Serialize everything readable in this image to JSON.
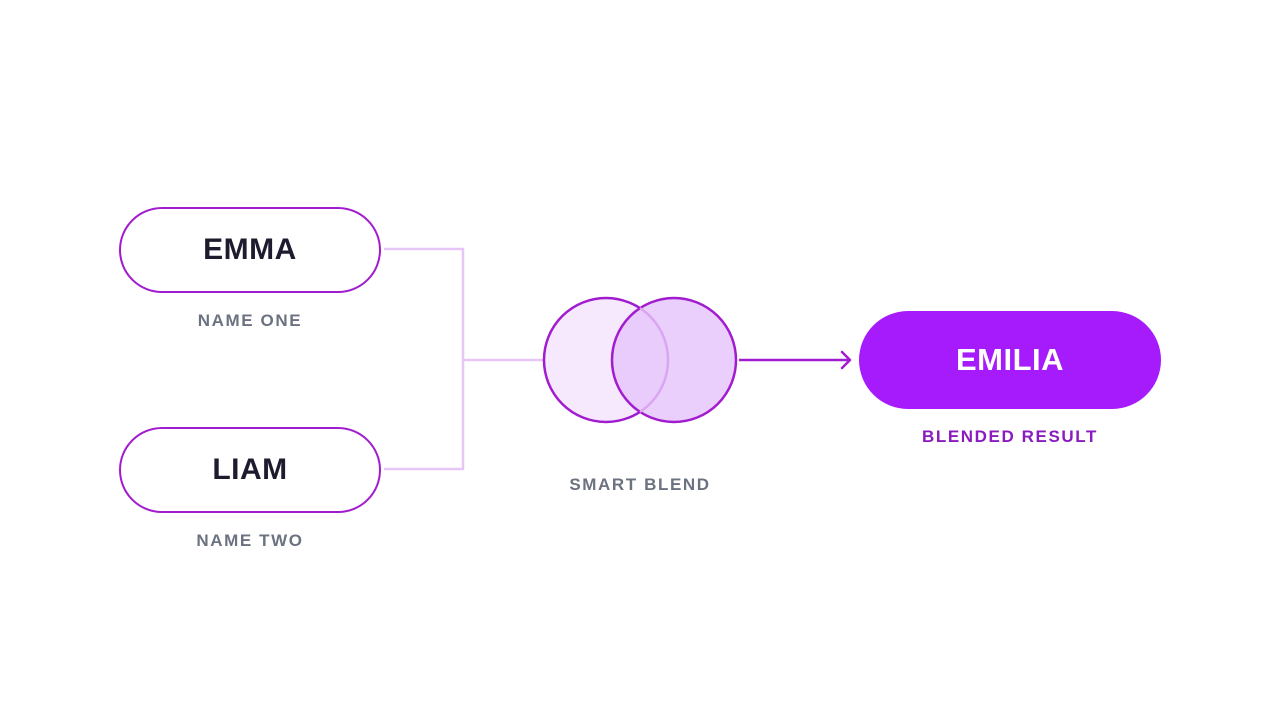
{
  "inputs": [
    {
      "name": "EMMA",
      "label": "NAME ONE"
    },
    {
      "name": "LIAM",
      "label": "NAME TWO"
    }
  ],
  "blend": {
    "label": "SMART BLEND"
  },
  "result": {
    "name": "EMILIA",
    "label": "BLENDED RESULT"
  },
  "colors": {
    "accent": "#a51bfb",
    "outline": "#a21ccf",
    "connector": "#e6c6f7",
    "circle_left_fill": "#f6e9fd",
    "circle_right_fill": "#e6c6fb",
    "caption_gray": "#6b7280",
    "caption_accent": "#8a1bbf",
    "name_text": "#1e1b2e"
  }
}
